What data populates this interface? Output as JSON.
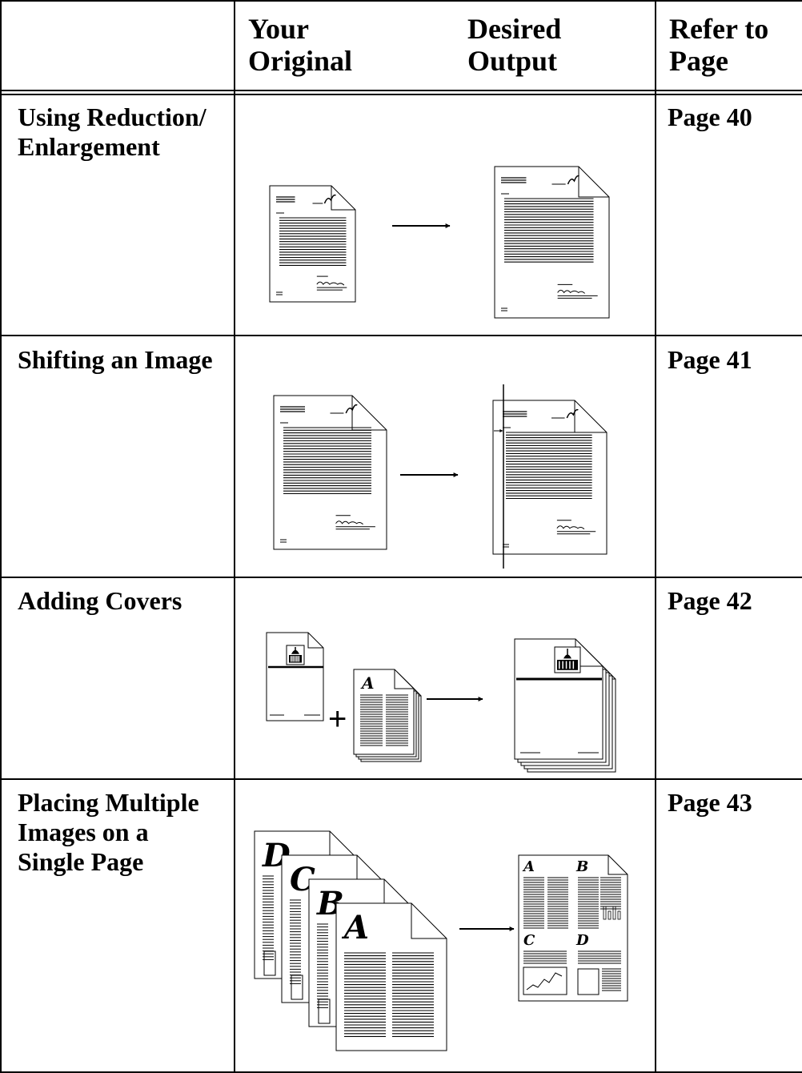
{
  "header": {
    "your": "Your",
    "original": "Original",
    "desired": "Desired",
    "output": "Output",
    "refer_to": "Refer to",
    "page": "Page"
  },
  "rows": [
    {
      "feature_lines": [
        "Using Reduction/",
        "Enlargement"
      ],
      "page": "Page 40"
    },
    {
      "feature_lines": [
        "Shifting an Image"
      ],
      "page": "Page 41"
    },
    {
      "feature_lines": [
        "Adding Covers"
      ],
      "page": "Page 42"
    },
    {
      "feature_lines": [
        "Placing Multiple",
        "Images on a",
        "Single Page"
      ],
      "page": "Page 43"
    }
  ],
  "illustration_letters": {
    "stack": [
      "D",
      "C",
      "B",
      "A"
    ],
    "grid": [
      "A",
      "B",
      "C",
      "D"
    ],
    "cover": "A"
  },
  "plus_sign": "+"
}
